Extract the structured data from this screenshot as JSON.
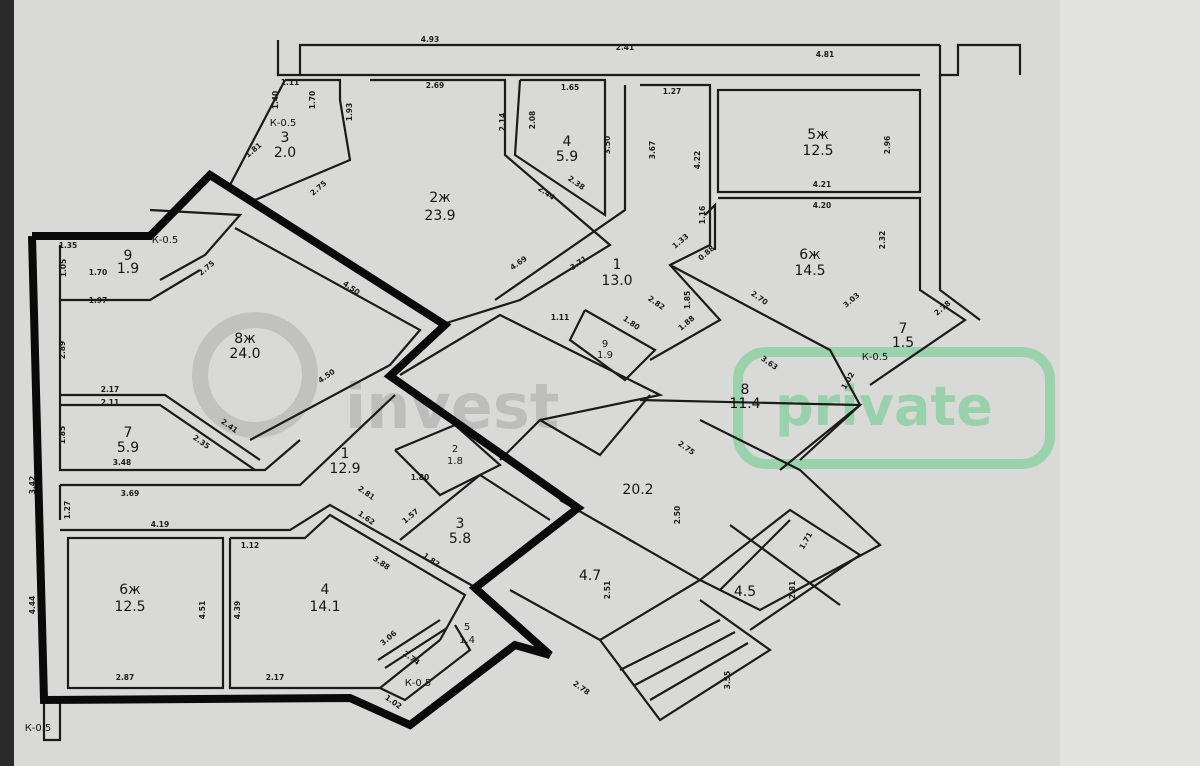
{
  "rooms": [
    {
      "num": "3",
      "area": "2.0",
      "note": "К-0.5"
    },
    {
      "num": "2ж",
      "area": "23.9"
    },
    {
      "num": "4",
      "area": "5.9"
    },
    {
      "num": "5ж",
      "area": "12.5"
    },
    {
      "num": "1",
      "area": "13.0"
    },
    {
      "num": "6ж",
      "area": "14.5"
    },
    {
      "num": "7",
      "area": "1.5",
      "note": "К-0.5"
    },
    {
      "num": "9",
      "area": "1.9"
    },
    {
      "num": "8",
      "area": "11.4"
    },
    {
      "area": "20.2"
    },
    {
      "area": "4.5"
    },
    {
      "area": "4.7"
    },
    {
      "num": "9",
      "area": "1.9",
      "note": "К-0.5"
    },
    {
      "num": "8ж",
      "area": "24.0"
    },
    {
      "num": "7",
      "area": "5.9"
    },
    {
      "num": "2",
      "area": "1.8"
    },
    {
      "num": "1",
      "area": "12.9"
    },
    {
      "num": "3",
      "area": "5.8"
    },
    {
      "num": "6ж",
      "area": "12.5"
    },
    {
      "num": "4",
      "area": "14.1"
    },
    {
      "num": "5",
      "area": "1.4",
      "note": "К-0.5"
    },
    {
      "note": "К-0.5"
    }
  ],
  "dims": [
    "4.93",
    "2.41",
    "4.81",
    "1.11",
    "2.69",
    "1.65",
    "1.27",
    "1.40",
    "1.70",
    "1.93",
    "2.14",
    "2.08",
    "3.50",
    "3.67",
    "4.22",
    "2.96",
    "1.81",
    "2.75",
    "2.38",
    "2.44",
    "4.21",
    "4.20",
    "1.16",
    "2.32",
    "1.35",
    "1.05",
    "1.70",
    "1.97",
    "2.75",
    "4.50",
    "3.71",
    "4.69",
    "1.33",
    "0.88",
    "2.82",
    "1.85",
    "2.70",
    "1.11",
    "1.80",
    "1.88",
    "3.63",
    "3.03",
    "2.78",
    "1.02",
    "2.89",
    "2.17",
    "2.11",
    "2.41",
    "2.35",
    "4.50",
    "1.85",
    "3.48",
    "3.69",
    "4.19",
    "1.27",
    "2.81",
    "1.62",
    "1.57",
    "1.80",
    "2.75",
    "2.50",
    "1.71",
    "2.81",
    "2.51",
    "1.12",
    "3.88",
    "1.82",
    "4.51",
    "4.39",
    "2.87",
    "2.17",
    "3.06",
    "2.74",
    "1.02",
    "2.78",
    "3.55",
    "3.42",
    "4.44"
  ],
  "watermark": {
    "brand": "invest",
    "badge": "private"
  },
  "colors": {
    "wall": "#1b1b1b",
    "paper": "#d9d9d7",
    "badge": "#7fcf98"
  }
}
